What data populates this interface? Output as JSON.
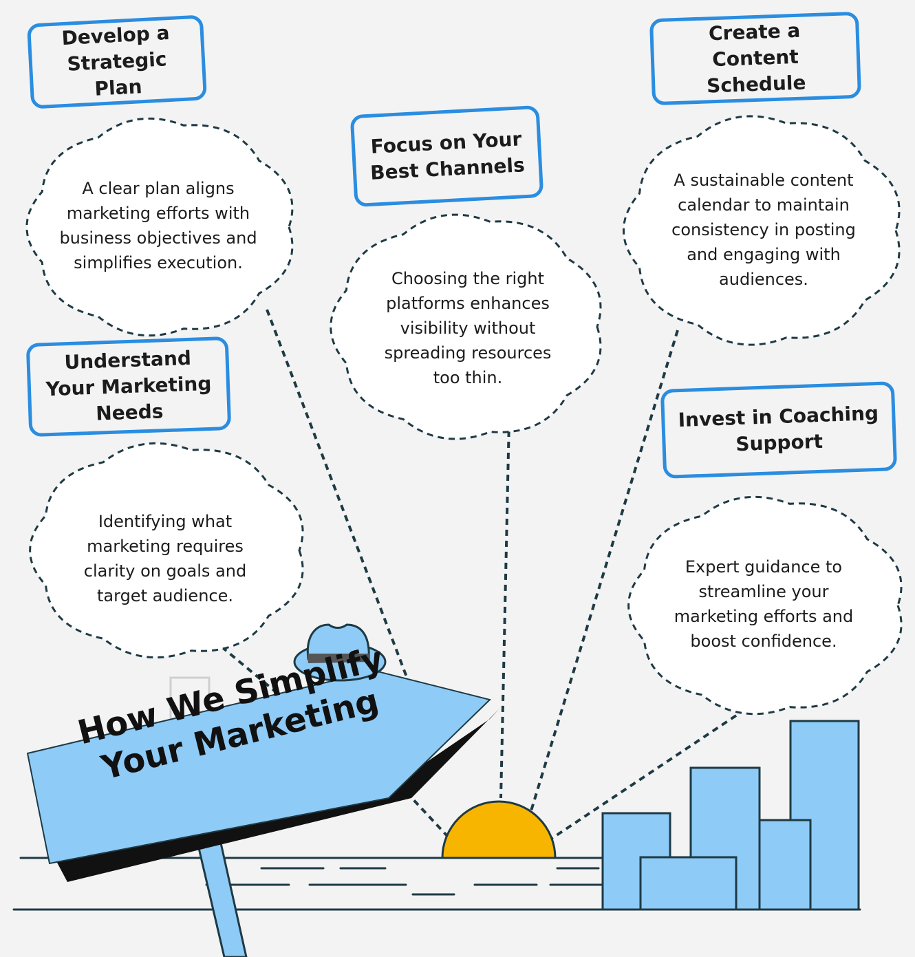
{
  "sign": {
    "title": "How We Simplify Your Marketing",
    "color": "#8ecbf7"
  },
  "steps": [
    {
      "title": "Develop a Strategic Plan",
      "description": "A clear plan aligns marketing efforts with business objectives and simplifies execution."
    },
    {
      "title": "Understand Your Marketing Needs",
      "description": "Identifying what marketing requires clarity on goals and target audience."
    },
    {
      "title": "Focus on Your Best Channels",
      "description": "Choosing the right platforms enhances visibility without spreading resources too thin."
    },
    {
      "title": "Create a Content Schedule",
      "description": "A sustainable content calendar to maintain consistency in posting and engaging with audiences."
    },
    {
      "title": "Invest in Coaching Support",
      "description": "Expert guidance to streamline your marketing efforts and boost confidence."
    }
  ],
  "colors": {
    "accent_blue": "#2b8de0",
    "light_blue": "#8ecbf7",
    "sun": "#f7b500",
    "outline": "#1e3a44"
  },
  "icons": [
    "hat-icon",
    "sun-icon",
    "bar-chart-icon",
    "cloud-bubble-icon",
    "signpost-icon"
  ]
}
